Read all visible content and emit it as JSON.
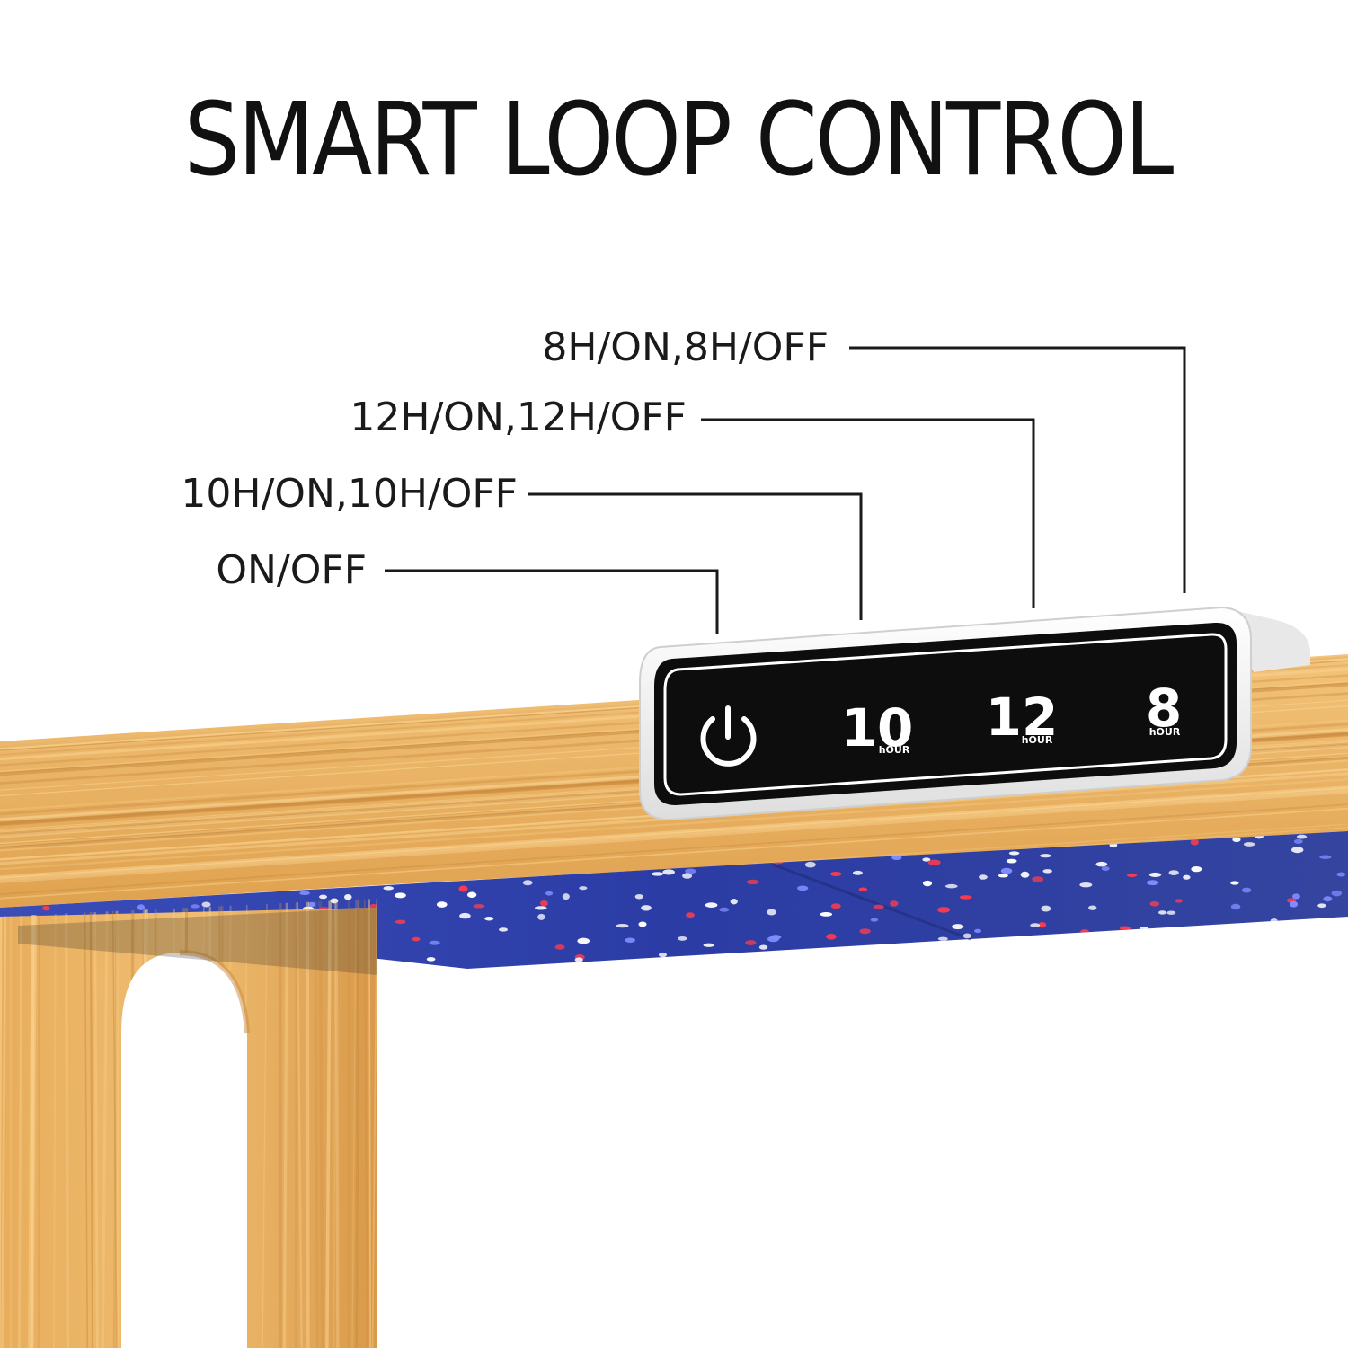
{
  "title": "SMART LOOP CONTROL",
  "callouts": [
    {
      "id": "8h",
      "label": "8H/ON,8H/OFF"
    },
    {
      "id": "12h",
      "label": "12H/ON,12H/OFF"
    },
    {
      "id": "10h",
      "label": "10H/ON,10H/OFF"
    },
    {
      "id": "onoff",
      "label": "ON/OFF"
    }
  ],
  "panel": {
    "buttons": [
      {
        "id": "power",
        "icon": "power-icon"
      },
      {
        "id": "10",
        "number": "10",
        "unit": "hOUR"
      },
      {
        "id": "12",
        "number": "12",
        "unit": "hOUR"
      },
      {
        "id": "8",
        "number": "8",
        "unit": "hOUR"
      }
    ]
  },
  "colors": {
    "text": "#111111",
    "line": "#1a1a1a",
    "wood": "#e9b469",
    "panel_face": "#0d0d0d",
    "panel_bezel": "#ffffff",
    "led_board": "#2a3a9a",
    "led_red": "#ff3c4c",
    "led_white": "#ffffff"
  }
}
